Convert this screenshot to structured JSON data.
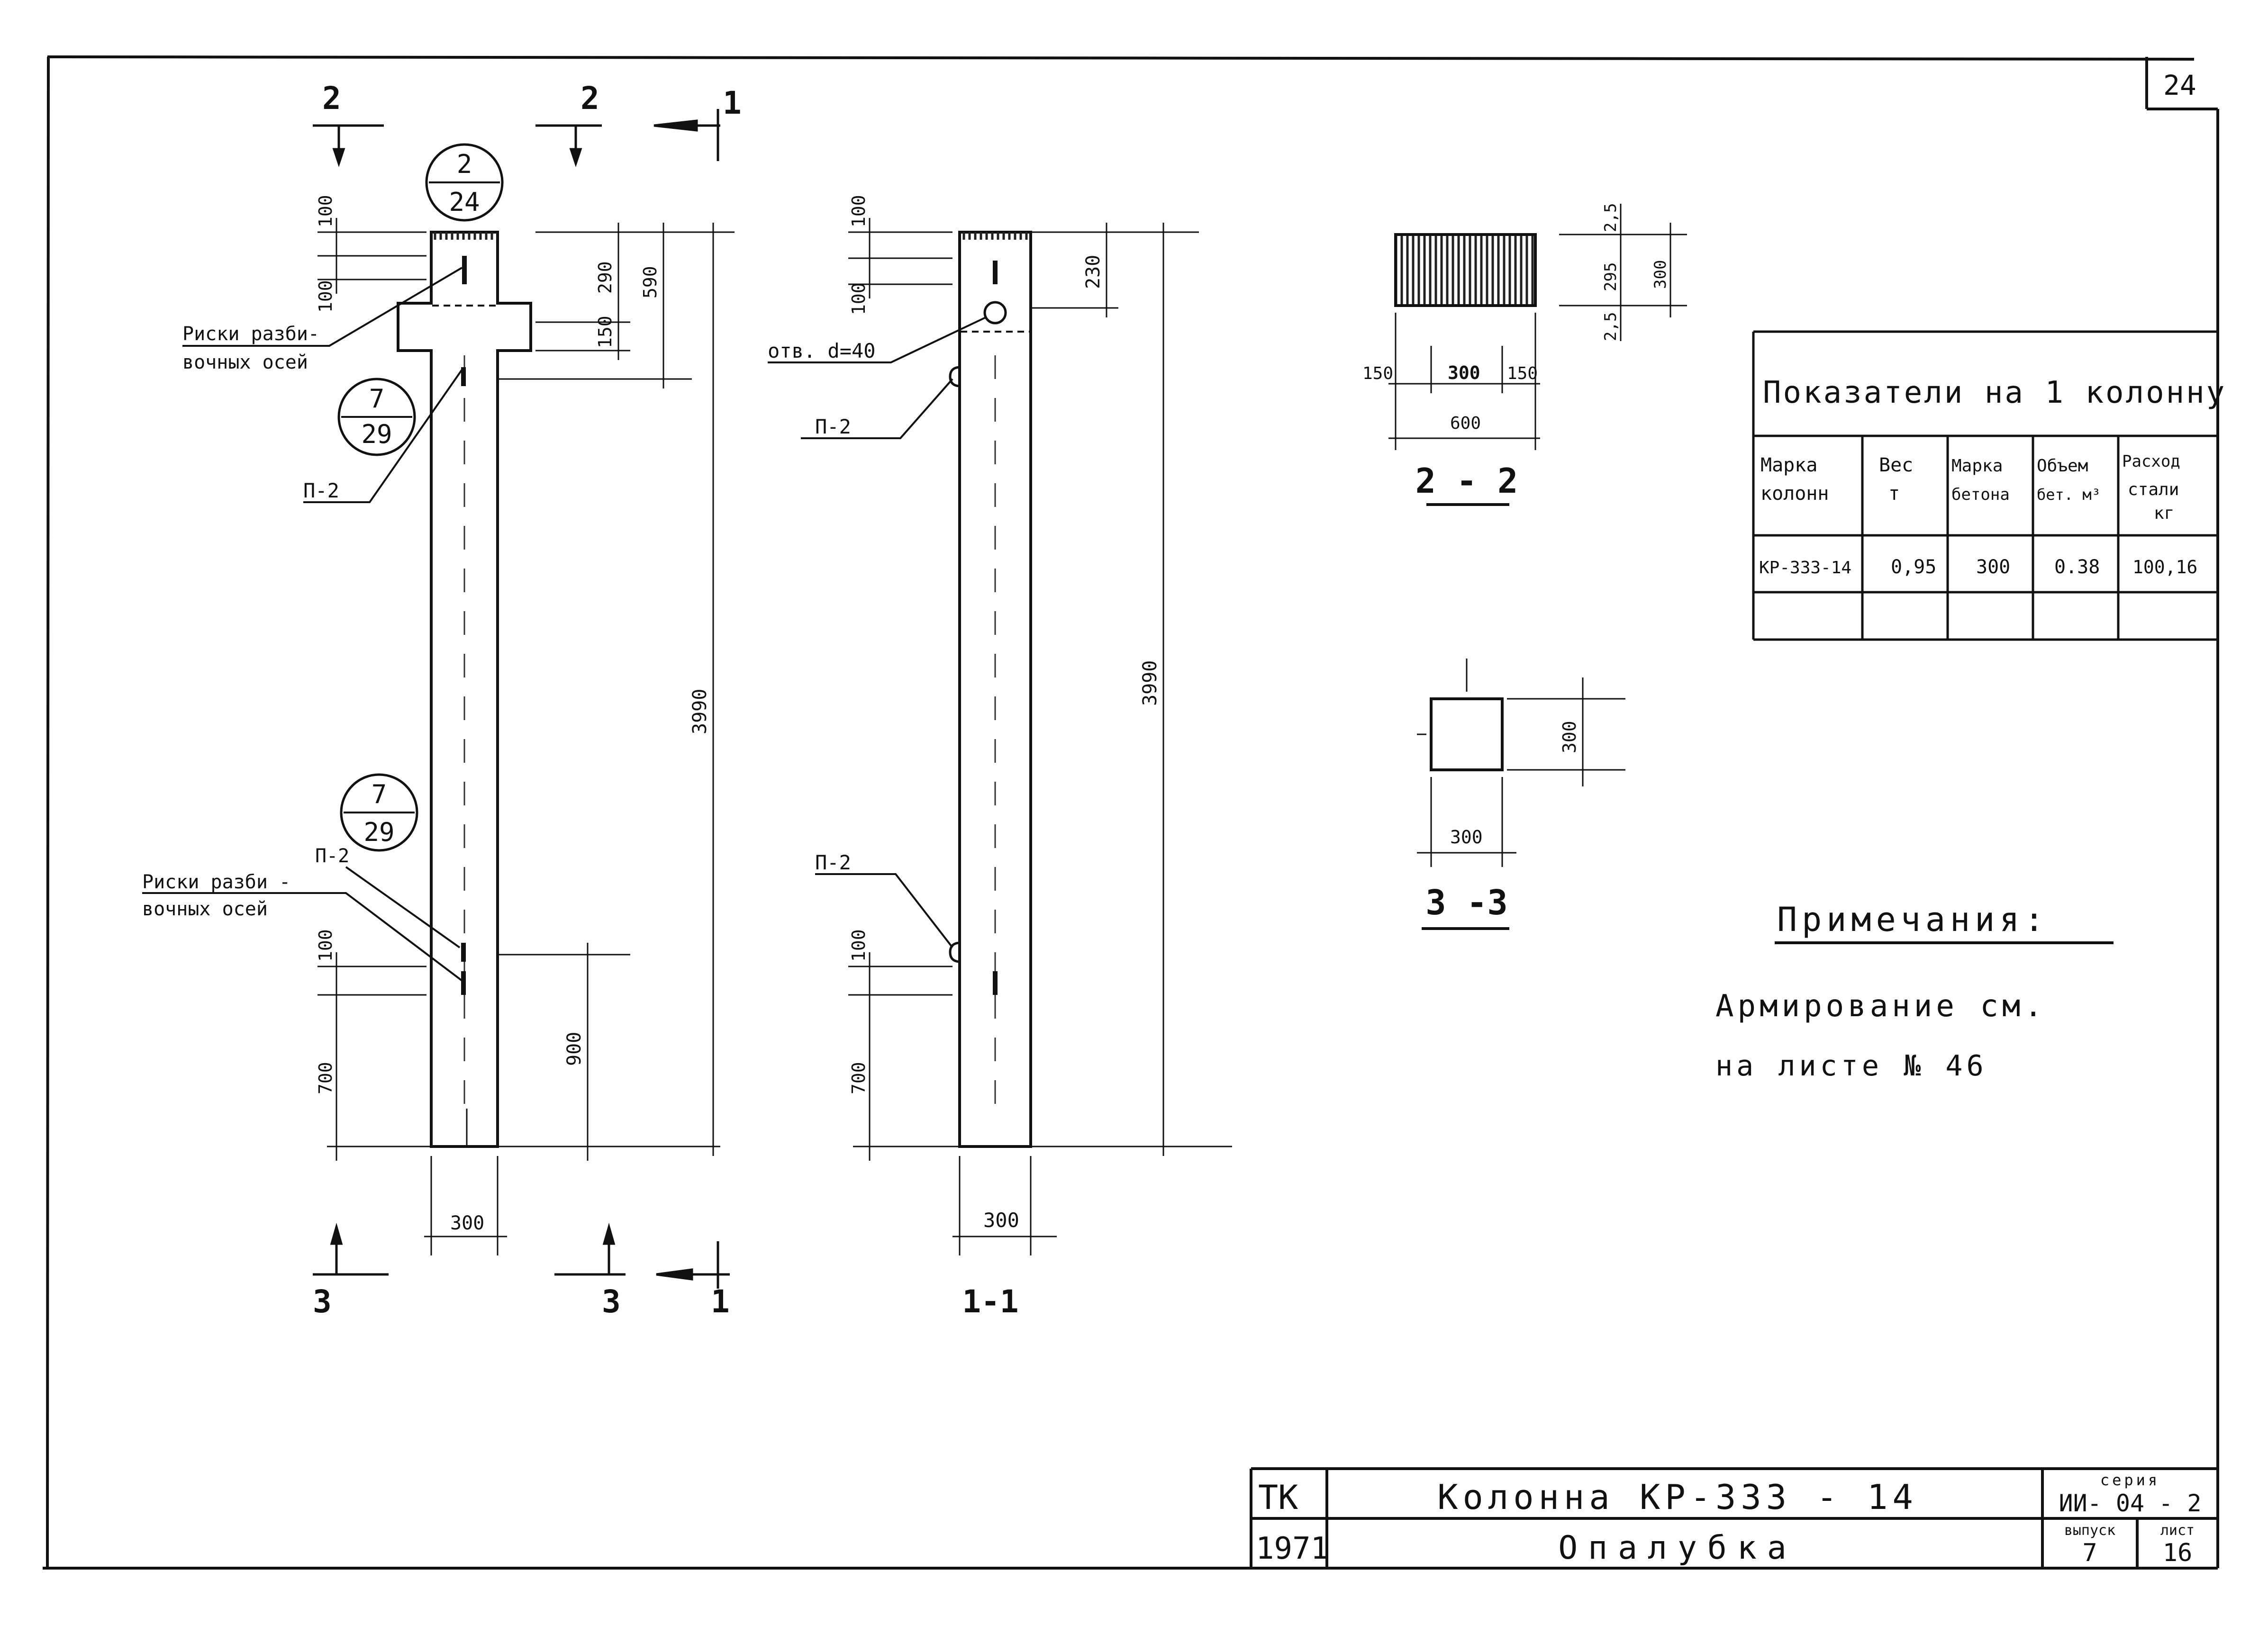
{
  "sheet_corner_number": "24",
  "elevation_main": {
    "section_marks": {
      "top_left": "2",
      "top_right": "2",
      "top_arrow": "1",
      "bottom_left": "3",
      "bottom_right": "3",
      "bottom_arrow": "1"
    },
    "callout_top": {
      "num": "2",
      "den": "24"
    },
    "callout_mid": {
      "num": "7",
      "den": "29"
    },
    "callout_low": {
      "num": "7",
      "den": "29"
    },
    "dims": {
      "d100a": "100",
      "d100b": "100",
      "d290": "290",
      "d590": "590",
      "d150": "150",
      "d3990": "3990",
      "d100c": "100",
      "d700": "700",
      "d900": "900",
      "d300": "300"
    },
    "labels": {
      "riski_top_1": "Риски разби-",
      "riski_top_2": "вочных осей",
      "p2_top": "П-2",
      "p2_low": "П-2",
      "riski_low_1": "Риски разби -",
      "riski_low_2": "вочных осей"
    }
  },
  "elevation_section": {
    "dims": {
      "d100a": "100",
      "d100b": "100",
      "d230": "230",
      "d3990": "3990",
      "d100c": "100",
      "d700": "700",
      "d300": "300"
    },
    "labels": {
      "hole": "отв. d=40",
      "p2_top": "П-2",
      "p2_low": "П-2"
    },
    "title": "1-1"
  },
  "section_22": {
    "dims": {
      "d2_5a": "2,5",
      "d295": "295",
      "d300": "300",
      "d2_5b": "2,5",
      "d150a": "150",
      "d300w": "300",
      "d150b": "150",
      "d600": "600"
    },
    "title": "2 - 2"
  },
  "section_33": {
    "dims": {
      "d300v": "300",
      "d300h": "300"
    },
    "title": "3 -3"
  },
  "indicators": {
    "title": "Показатели на 1 колонну",
    "headers": [
      [
        "Марка",
        "колонн"
      ],
      [
        "Вес",
        "т"
      ],
      [
        "Марка",
        "бетона"
      ],
      [
        "Объем",
        "бет. м³"
      ],
      [
        "Расход",
        "стали",
        "кг"
      ]
    ],
    "row": [
      "КР-333-14",
      "0,95",
      "300",
      "0.38",
      "100,16"
    ]
  },
  "notes": {
    "title": "Примечания:",
    "line1": "Армирование см.",
    "line2": "на листе № 46"
  },
  "stamp": {
    "org": "ТК",
    "year": "1971",
    "title1": "Колонна КР-333 - 14",
    "title2": "Опалубка",
    "series_label": "серия",
    "series_value": "ИИ- 04 - 2",
    "issue_label": "выпуск",
    "issue_value": "7",
    "sheet_label": "лист",
    "sheet_value": "16"
  }
}
